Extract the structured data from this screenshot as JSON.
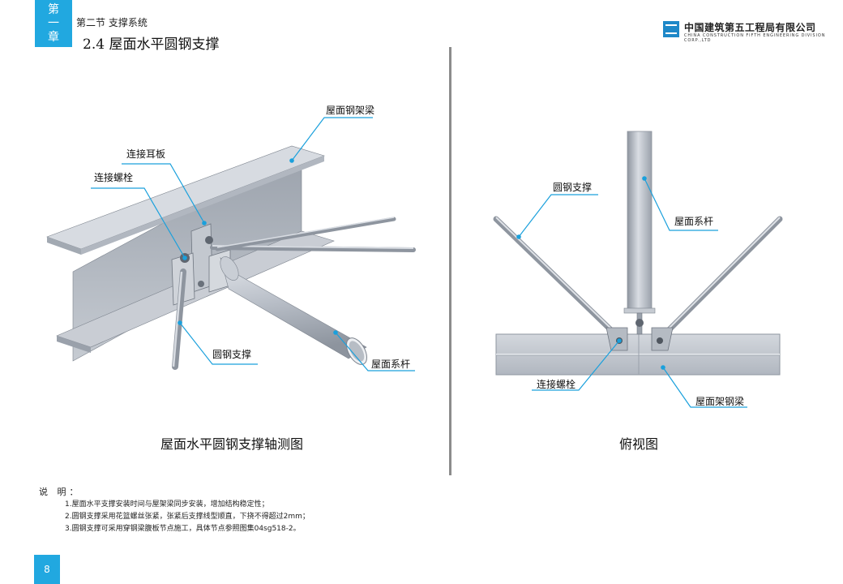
{
  "header": {
    "chapter_tab": "第\n一\n章",
    "section": "第二节  支撑系统",
    "title": "2.4  屋面水平圆钢支撑",
    "company_cn": "中国建筑第五工程局有限公司",
    "company_en": "CHINA CONSTRUCTION FIFTH ENGINEERING DIVISION CORP.,LTD"
  },
  "left_figure": {
    "caption": "屋面水平圆钢支撑轴测图",
    "labels": {
      "roof_beam": "屋面钢架梁",
      "lug_plate": "连接耳板",
      "bolt": "连接螺栓",
      "round_bar": "圆钢支撑",
      "tie_rod": "屋面系杆"
    }
  },
  "right_figure": {
    "caption": "俯视图",
    "labels": {
      "round_bar": "圆钢支撑",
      "tie_rod": "屋面系杆",
      "bolt": "连接螺栓",
      "roof_beam": "屋面架钢梁"
    }
  },
  "notes": {
    "heading": "说  明：",
    "items": [
      "1.屋面水平支撑安装时间与屋架梁同步安装，增加结构稳定性；",
      "2.圆钢支撑采用花篮螺丝张紧，张紧后支撑线型顺直，下挠不得超过2mm；",
      "3.圆钢支撑可采用穿钢梁腹板节点施工，具体节点参照图集04sg518-2。"
    ]
  },
  "page_number": "8",
  "colors": {
    "accent": "#21a8e0",
    "steel": "#b9bec6",
    "leader": "#1aa0dc"
  }
}
